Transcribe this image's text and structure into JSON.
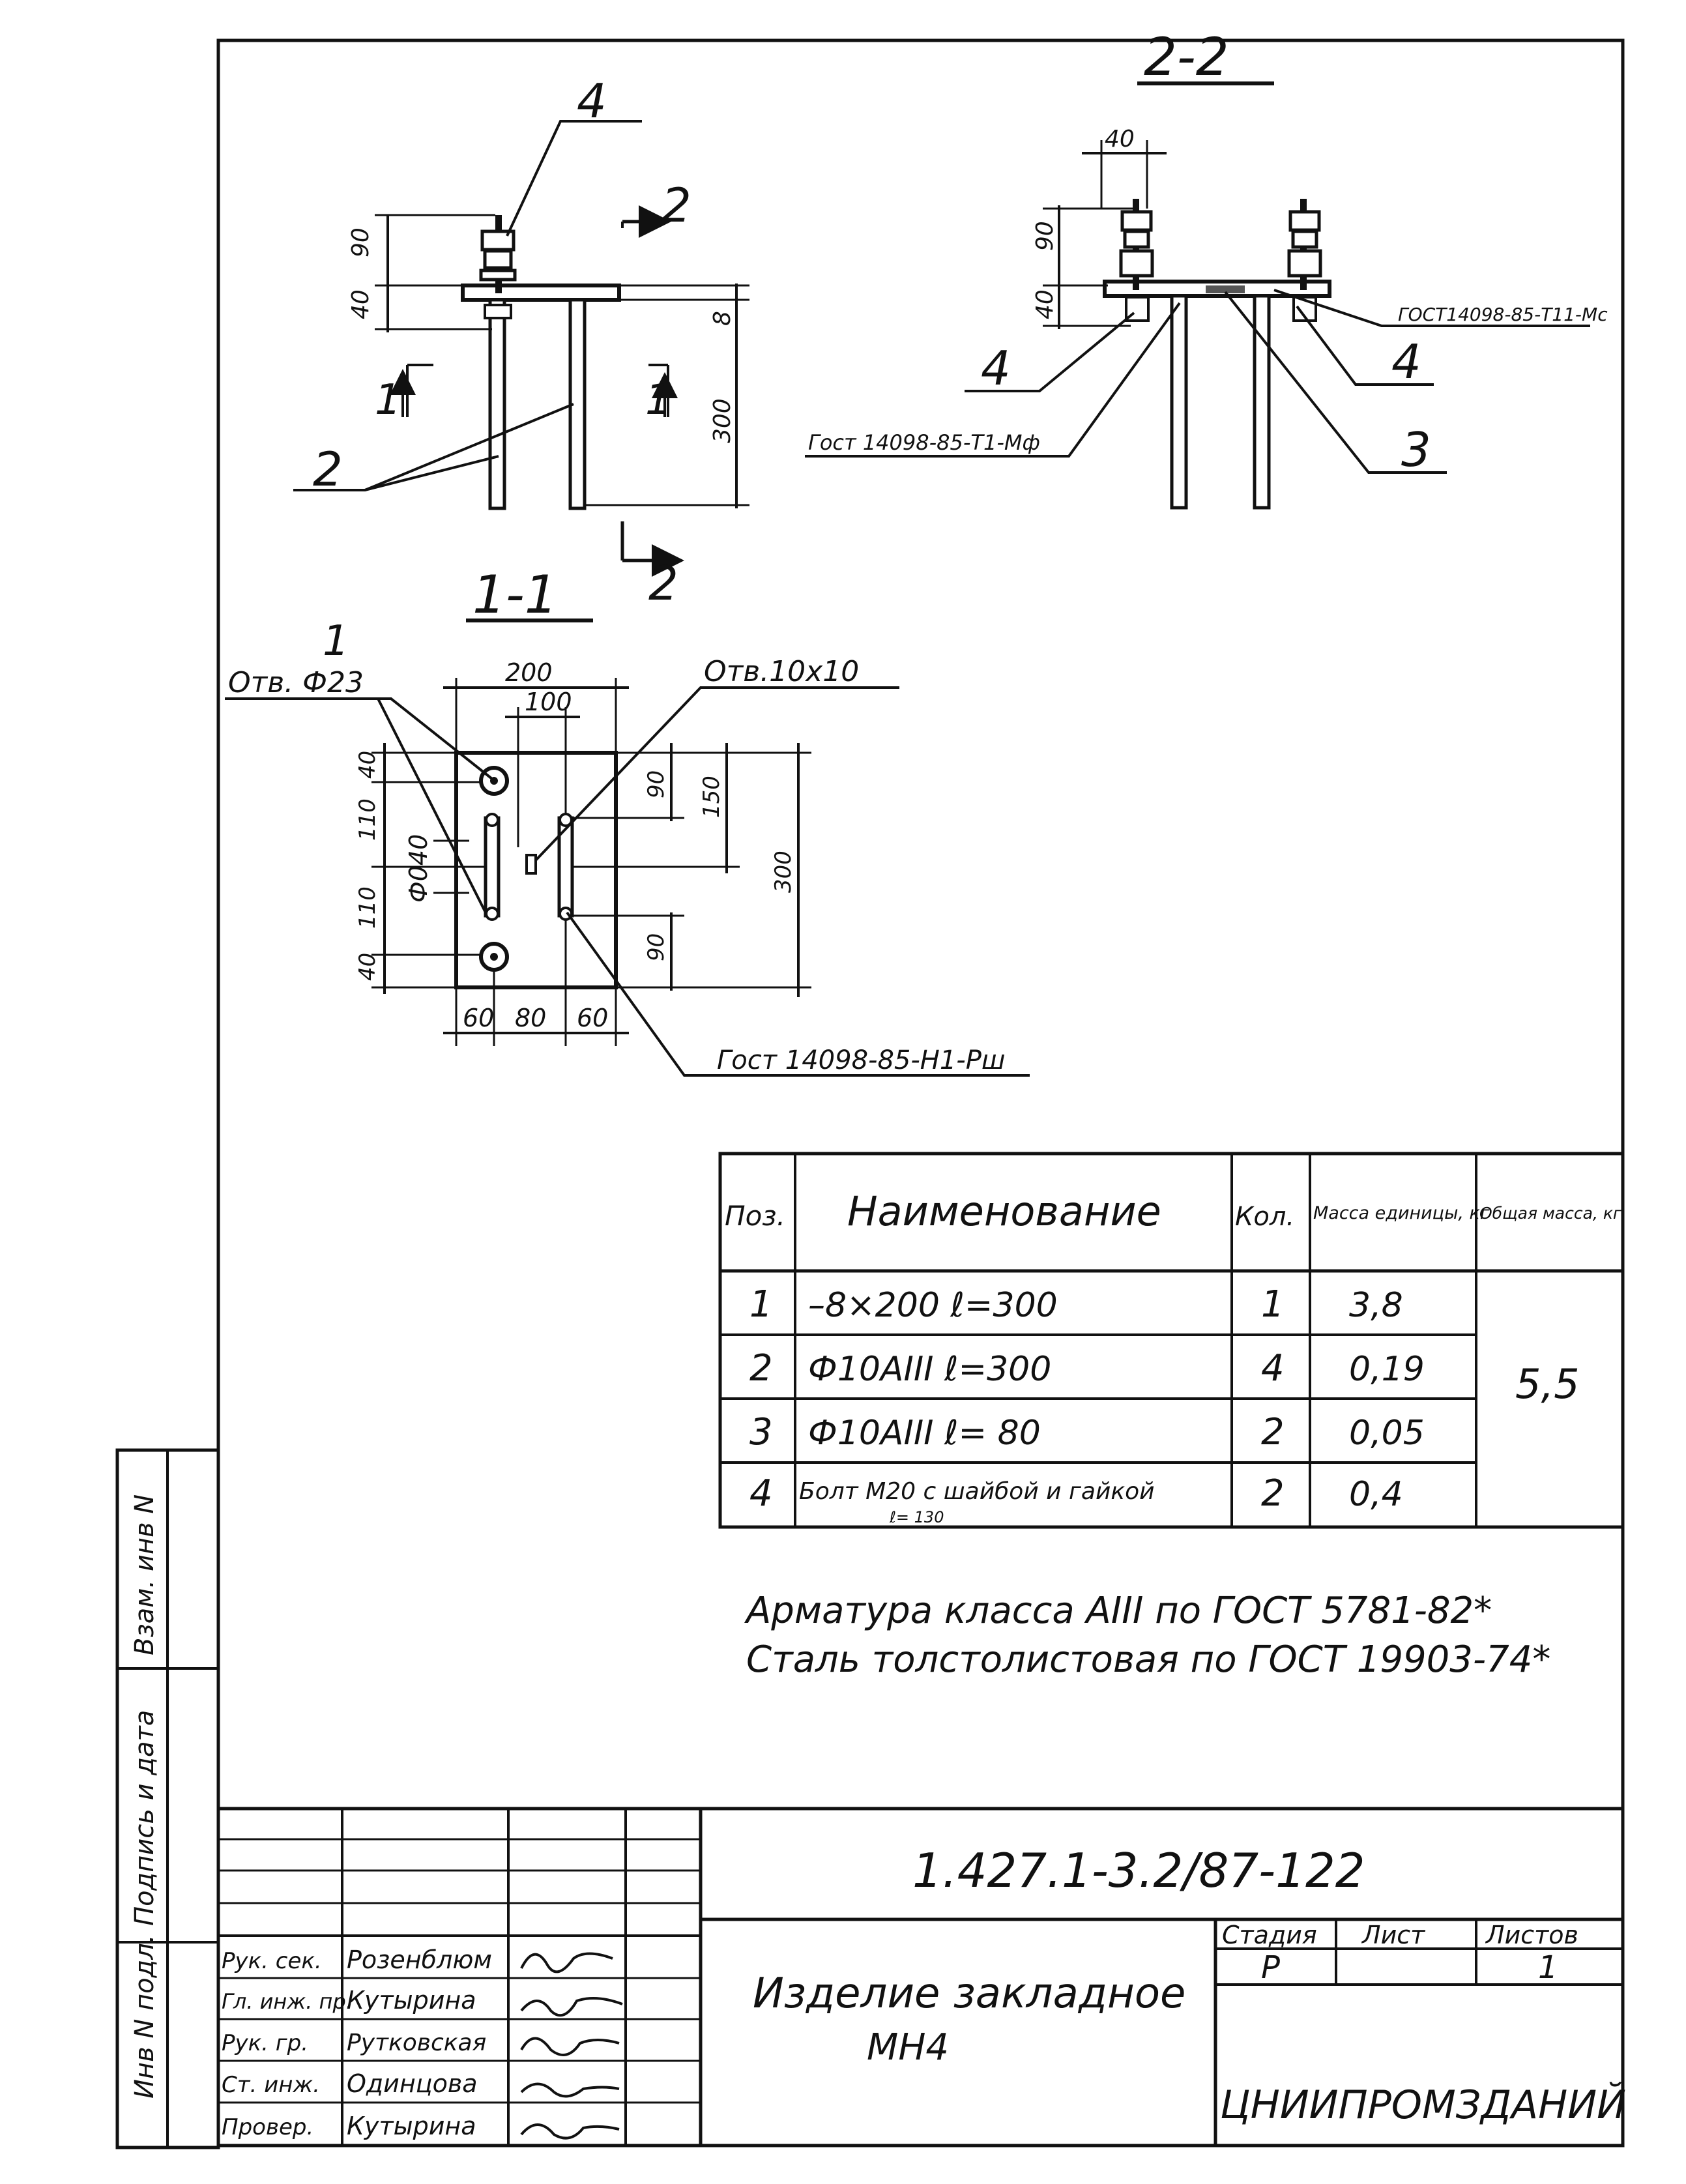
{
  "drawing": {
    "section_2_2": "2-2",
    "section_1_1": "1-1",
    "cut_marker_2": "2",
    "cut_marker_1": "1",
    "elev": {
      "pos_4": "4",
      "pos_2": "2",
      "dim_90": "90",
      "dim_40": "40",
      "dim_8": "8",
      "dim_300": "300"
    },
    "sect22": {
      "dim_40": "40",
      "dim_90": "90",
      "dim_40b": "40",
      "pos_4_left": "4",
      "pos_4_right": "4",
      "pos_3": "3",
      "gost_left": "Гост 14098-85-Т1-Мф",
      "gost_right": "ГОСТ14098-85-Т11-Мс"
    },
    "sect11": {
      "pos_1": "1",
      "hole_23": "Отв. Ф23",
      "hole_10": "Отв.10x10",
      "dim_200": "200",
      "dim_100": "100",
      "dim_40_top": "40",
      "dim_110_a": "110",
      "dim_110_b": "110",
      "dim_40_bot": "40",
      "dim_d40": "Ф040",
      "dim_90_top": "90",
      "dim_90_bot": "90",
      "dim_150": "150",
      "dim_300": "300",
      "dim_60_l": "60",
      "dim_80": "80",
      "dim_60_r": "60",
      "gost_bottom": "Гост 14098-85-Н1-Рш"
    }
  },
  "spec_table": {
    "headers": [
      "Поз.",
      "Наименование",
      "Кол.",
      "Масса единицы, кг",
      "Общая масса, кг"
    ],
    "rows": [
      {
        "pos": "1",
        "name": "–8×200  ℓ=300",
        "qty": "1",
        "mass": "3,8"
      },
      {
        "pos": "2",
        "name": "Ф10АIII  ℓ=300",
        "qty": "4",
        "mass": "0,19"
      },
      {
        "pos": "3",
        "name": "Ф10АIII  ℓ= 80",
        "qty": "2",
        "mass": "0,05"
      },
      {
        "pos": "4",
        "name": "Болт М20 с шайбой и гайкой",
        "qty": "2",
        "mass": "0,4",
        "subnote": "ℓ= 130"
      }
    ],
    "total": "5,5"
  },
  "notes": [
    "Арматура класса АIII по ГОСТ 5781-82*",
    "Сталь толстолистовая по ГОСТ 19903-74*"
  ],
  "side_stamp": {
    "cells": [
      "Инв N подл.",
      "Подпись и дата",
      "Взам. инв N"
    ]
  },
  "title_block": {
    "code": "1.427.1-3.2/87-122",
    "title_line1": "Изделие закладное",
    "title_line2": "МН4",
    "stage_header": "Стадия",
    "sheet_header": "Лист",
    "sheets_header": "Листов",
    "stage_value": "Р",
    "sheet_value": "",
    "sheets_value": "1",
    "organization": "ЦНИИПРОМЗДАНИЙ",
    "signers": [
      {
        "role": "Рук. сек.",
        "name": "Розенблюм"
      },
      {
        "role": "Гл. инж. пр.",
        "name": "Кутырина"
      },
      {
        "role": "Рук. гр.",
        "name": "Рутковская"
      },
      {
        "role": "Ст. инж.",
        "name": "Одинцова"
      },
      {
        "role": "Провер.",
        "name": "Кутырина"
      }
    ]
  }
}
